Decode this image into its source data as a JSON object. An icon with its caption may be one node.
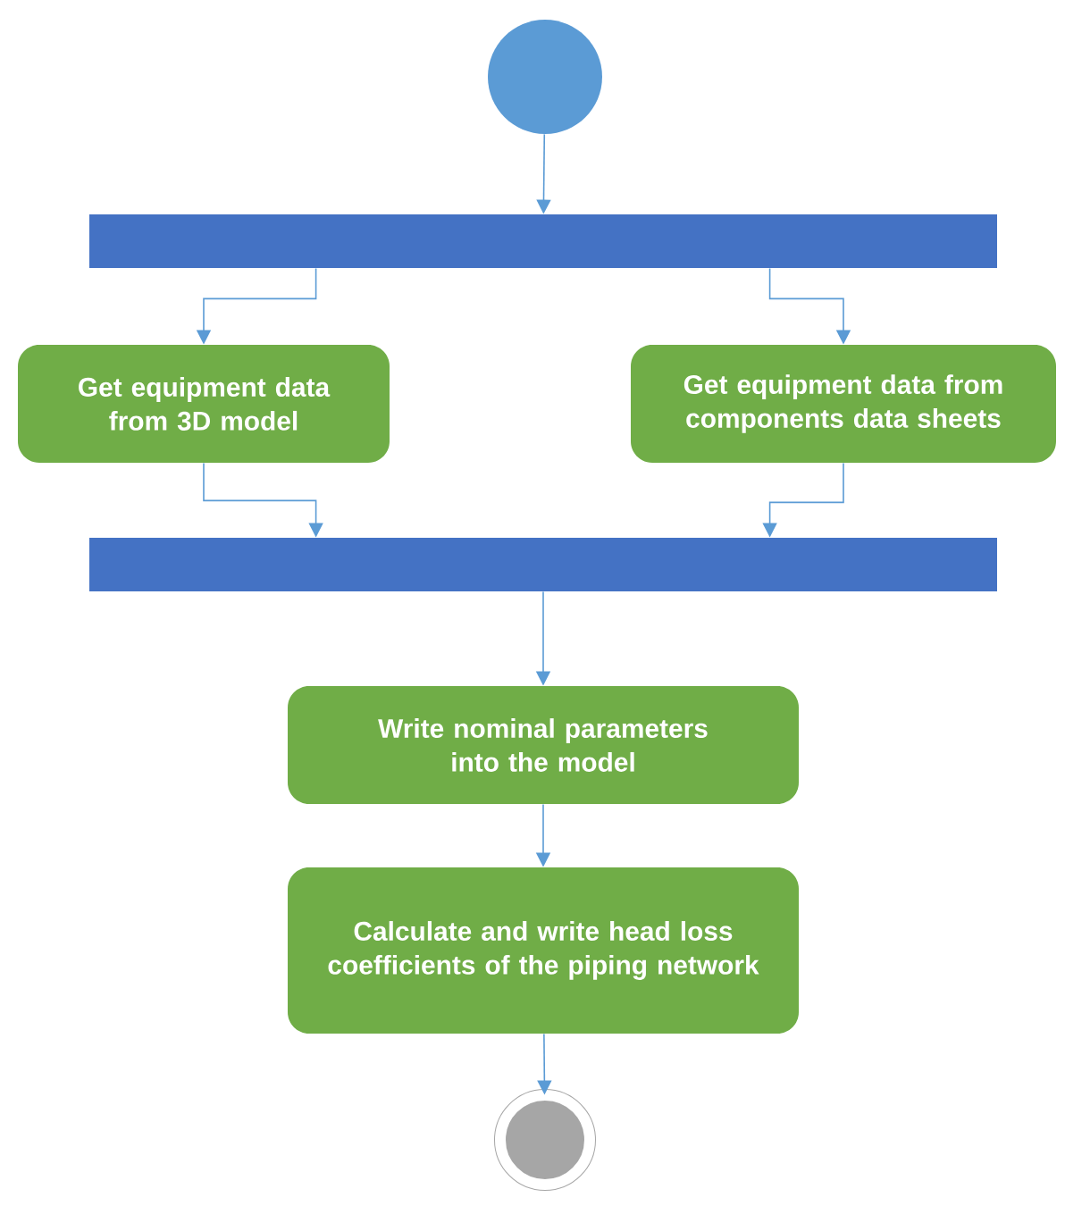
{
  "diagram": {
    "nodes": [
      {
        "text": [],
        "shape": "circle"
      },
      {
        "text": [],
        "shape": "bar"
      },
      {
        "text": [
          "Get equipment data from 3D model"
        ]
      },
      {
        "text": [
          "Get equipment data from components data sheets"
        ]
      },
      {
        "text": [],
        "shape": "bar"
      },
      {
        "text": [
          "Write nominal parameters into the model"
        ]
      },
      {
        "text": [
          "Calculate and write head loss coefficients of the piping network"
        ]
      },
      {
        "text": [],
        "shape": "circle"
      }
    ],
    "edges": [
      {
        "from": 0,
        "to": 1,
        "arrow": "to"
      },
      {
        "from": 1,
        "to": 2,
        "arrow": "to"
      },
      {
        "from": 1,
        "to": 3,
        "arrow": "to"
      },
      {
        "from": 2,
        "to": 4,
        "arrow": "to"
      },
      {
        "from": 3,
        "to": 4,
        "arrow": "to"
      },
      {
        "from": 4,
        "to": 5,
        "arrow": "to"
      },
      {
        "from": 5,
        "to": 6,
        "arrow": "to"
      },
      {
        "from": 6,
        "to": 7,
        "arrow": "to"
      }
    ]
  }
}
